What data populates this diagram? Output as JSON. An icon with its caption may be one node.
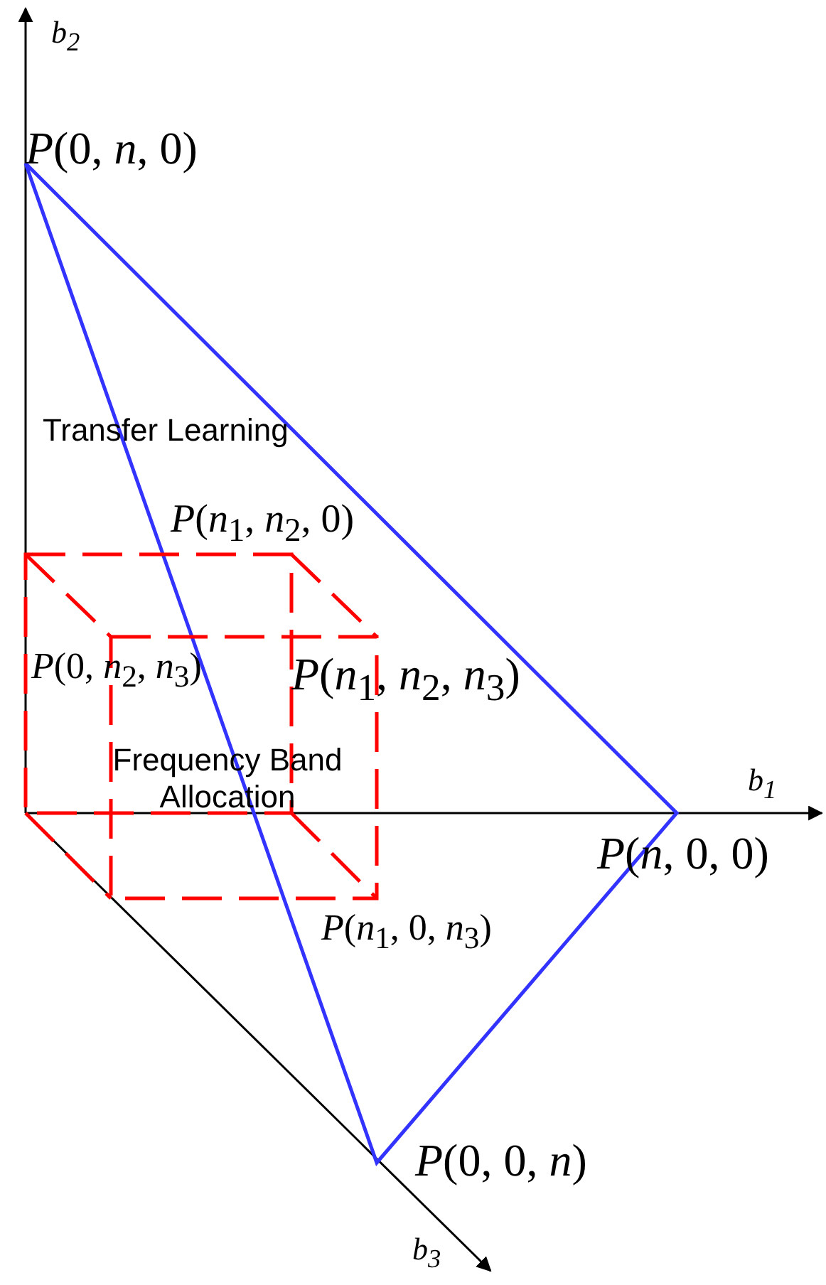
{
  "diagram": {
    "labels": [
      "b$_{2}$",
      "*P*(0, *n*, 0)",
      "Transfer Learning",
      "*P*(*n*$_{1}$, *n*$_{2}$, 0)",
      "*P*(0, *n*$_{2}$, *n*$_{3}$)",
      "*P*(*n*$_{1}$, *n*$_{2}$, *n*$_{3}$)",
      "Frequency Band Allocation",
      "b$_{1}$",
      "*P*(*n*, 0, 0)",
      "*P*(*n*$_{1}$, 0, *n*$_{3}$)",
      "*P*(0, 0, *n*)",
      "b$_{3}$"
    ]
  }
}
